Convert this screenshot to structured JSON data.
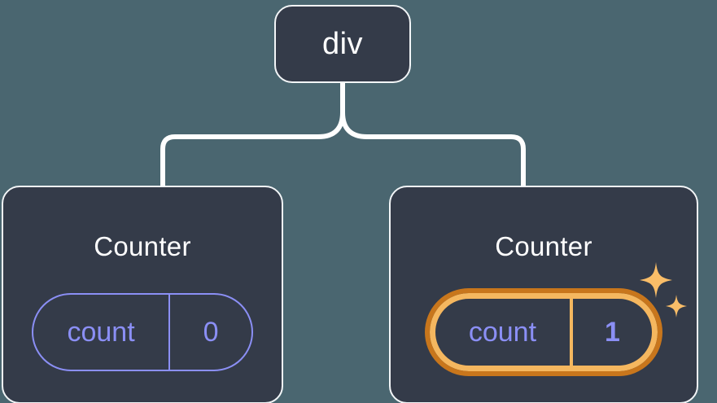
{
  "diagram": {
    "type": "component-tree",
    "background_color": "#4a6670",
    "node_fill_color": "#343b49",
    "node_border_color": "#f2f5f7",
    "connector_color": "#ffffff",
    "state_color": "#8b8ff5",
    "highlight_outer_color": "#c8761c",
    "highlight_inner_color": "#f5b75f",
    "sparkle_color": "#f9bd68"
  },
  "root": {
    "label": "div"
  },
  "children": [
    {
      "title": "Counter",
      "state": {
        "key": "count",
        "value": "0"
      },
      "highlighted": false
    },
    {
      "title": "Counter",
      "state": {
        "key": "count",
        "value": "1"
      },
      "highlighted": true
    }
  ]
}
